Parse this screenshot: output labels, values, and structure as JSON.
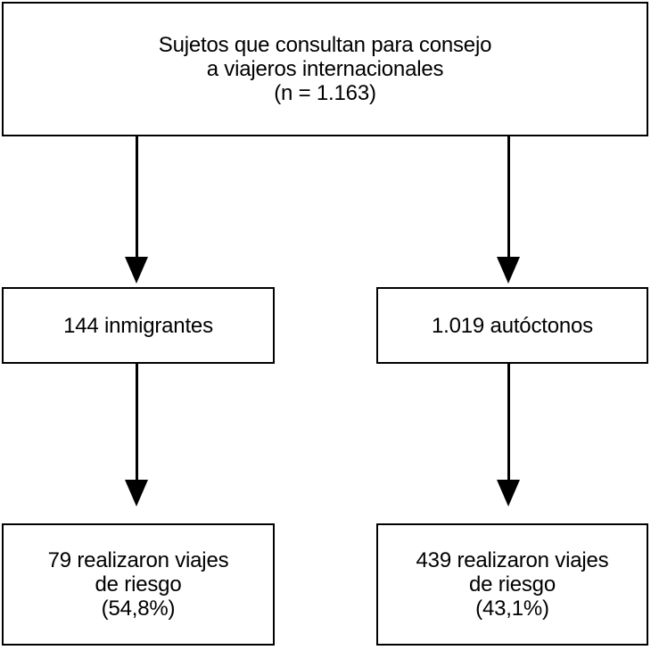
{
  "diagram": {
    "title_box": {
      "lines": [
        "Sujetos que consultan para consejo",
        "a viajeros internacionales",
        "(n = 1.163)"
      ]
    },
    "immigrants_box": {
      "label": "144 inmigrantes"
    },
    "natives_box": {
      "label": "1.019 autóctonos"
    },
    "immigrants_outcome_box": {
      "lines": [
        "79 realizaron viajes",
        "de riesgo",
        "(54,8%)"
      ]
    },
    "natives_outcome_box": {
      "lines": [
        "439 realizaron viajes",
        "de riesgo",
        "(43,1%)"
      ]
    },
    "colors": {
      "border": "#000000",
      "text": "#000000",
      "background": "#ffffff"
    }
  }
}
